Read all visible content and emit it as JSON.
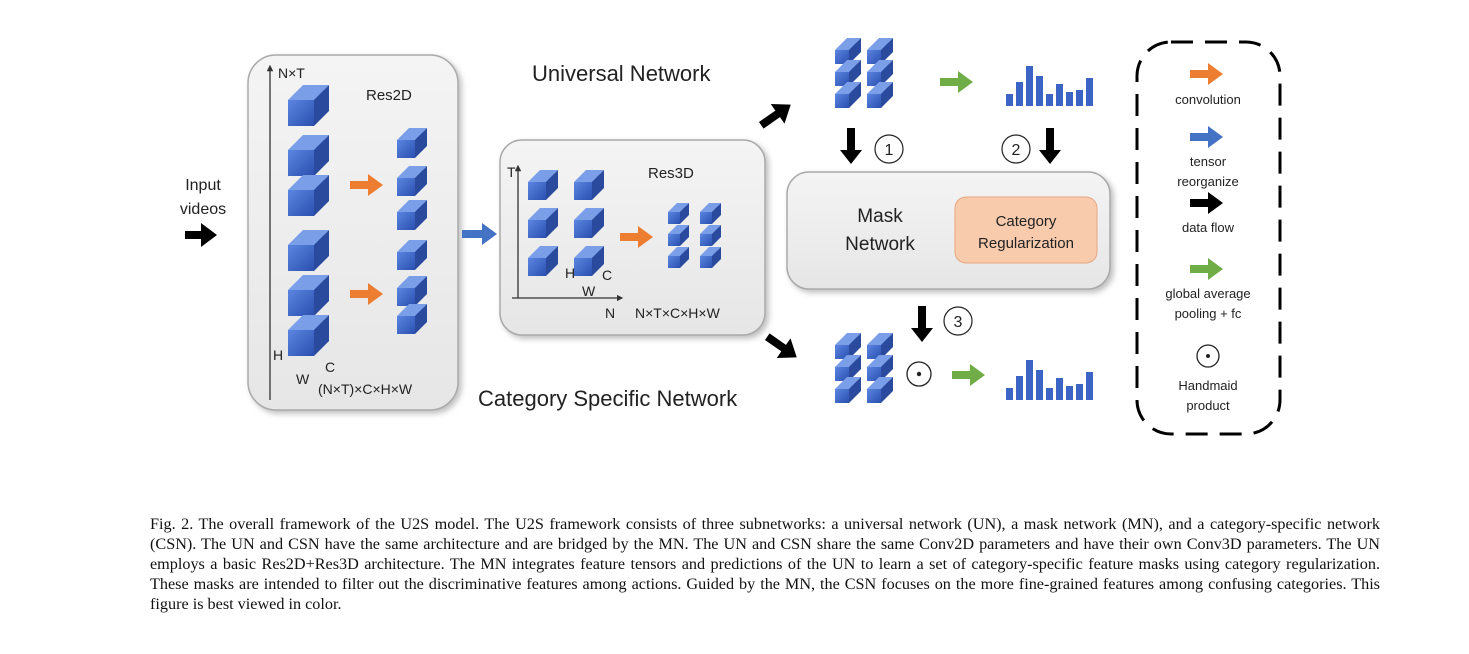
{
  "figure": {
    "input_label_line1": "Input",
    "input_label_line2": "videos",
    "res2d": {
      "axis_label": "N×T",
      "title": "Res2D",
      "h_label": "H",
      "c_label": "C",
      "w_label": "W",
      "shape_label": "(N×T)×C×H×W"
    },
    "res3d": {
      "axis_t": "T",
      "axis_n": "N",
      "title": "Res3D",
      "h_label": "H",
      "c_label": "C",
      "w_label": "W",
      "shape_label": "N×T×C×H×W"
    },
    "universal_network": "Universal Network",
    "category_specific_network": "Category Specific Network",
    "mask_network_line1": "Mask",
    "mask_network_line2": "Network",
    "category_regularization_line1": "Category",
    "category_regularization_line2": "Regularization",
    "step1": "1",
    "step2": "2",
    "step3": "3",
    "product_symbol": "⊙",
    "legend": {
      "convolution": "convolution",
      "tensor_line1": "tensor",
      "tensor_line2": "reorganize",
      "data_flow": "data flow",
      "gap_line1": "global average",
      "gap_line2": "pooling + fc",
      "handmaid_line1": "Handmaid",
      "handmaid_line2": "product"
    },
    "colors": {
      "convolution": "#ed7d31",
      "tensor_reorganize": "#4472c4",
      "data_flow": "#000000",
      "gap_fc": "#70ad47",
      "category_regularization_fill": "#f8cbad",
      "cube": "#3c64c8"
    }
  },
  "caption": "Fig. 2.  The overall framework of the U2S model. The U2S framework consists of three subnetworks: a universal network (UN), a mask network (MN), and a category-specific network (CSN). The UN and CSN have the same architecture and are bridged by the MN. The UN and CSN share the same Conv2D parameters and have their own Conv3D parameters. The UN employs a basic Res2D+Res3D architecture. The MN integrates feature tensors and predictions of the UN to learn a set of category-specific feature masks using category regularization. These masks are intended to filter out the discriminative features among actions. Guided by the MN, the CSN focuses on the more fine-grained features among confusing categories. This figure is best viewed in color."
}
